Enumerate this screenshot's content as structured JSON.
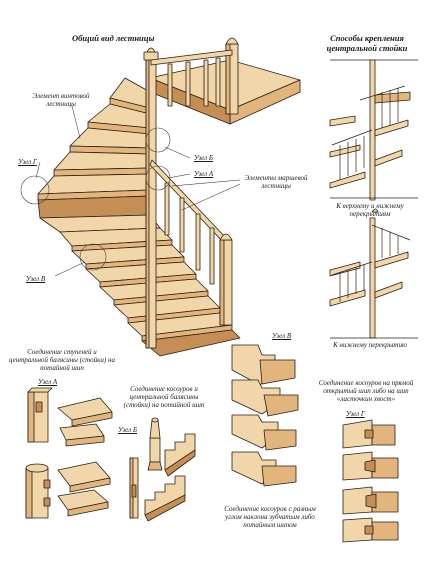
{
  "main_title": "Общий вид лестницы",
  "right_title": "Способы крепления центральной стойки",
  "labels": {
    "spiral": "Элемент винтовой лестницы",
    "flight": "Элементы маршевой лестницы",
    "node_g_main": "Узел Г",
    "node_b_main": "Узел Б",
    "node_a_main": "Узел А",
    "node_v_main": "Узел В",
    "mount1": "К верхнему и нижнему перекрытиям",
    "mount2": "К нижнему перекрытию",
    "steps_joint": "Соединение ступеней и центральной балясины (стойки) на потайной шип",
    "node_a": "Узел А",
    "stringer_joint": "Соединение косоуров и центральной балясины (стойки) на потайной шип",
    "node_b": "Узел Б",
    "node_v": "Узел В",
    "angle_joint": "Соединение косоуров с разным углом наклона зубчатым либо потайным шипом",
    "straight_joint": "Соединение косоуров на прямой открытый шип либо на шип «ласточкин хвост»",
    "node_g": "Узел Г"
  },
  "colors": {
    "wood_light": "#f1d6a9",
    "wood_mid": "#e2b57d",
    "wood_dark": "#c48e55",
    "line": "#2a1f14"
  }
}
